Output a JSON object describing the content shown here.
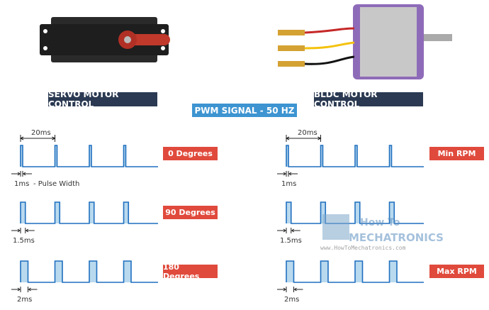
{
  "headers": {
    "servo": "SERVO MOTOR CONTROL",
    "pwm": "PWM SIGNAL - 50 HZ",
    "bldc": "BLDC MOTOR CONTROL"
  },
  "period_label": "20ms",
  "pulse_width_label": "- Pulse Width",
  "servo_rows": [
    {
      "pulse": "1ms",
      "label": "0 Degrees",
      "pulse_ms": 1
    },
    {
      "pulse": "1.5ms",
      "label": "90 Degrees",
      "pulse_ms": 1.5
    },
    {
      "pulse": "2ms",
      "label": "180 Degrees",
      "pulse_ms": 2
    }
  ],
  "bldc_rows": [
    {
      "pulse": "1ms",
      "label": "Min RPM",
      "pulse_ms": 1
    },
    {
      "pulse": "1.5ms",
      "label": "",
      "pulse_ms": 1.5
    },
    {
      "pulse": "2ms",
      "label": "Max RPM",
      "pulse_ms": 2
    }
  ],
  "watermark": {
    "line1": "How To",
    "line2": "MECHATRONICS",
    "url": "www.HowToMechatronics.com"
  },
  "colors": {
    "signal": "#1f6fbf",
    "fill": "#b9d9ee",
    "label_red": "#e04a3c",
    "header_dark": "#2b3a52",
    "header_blue": "#3d94d1"
  }
}
